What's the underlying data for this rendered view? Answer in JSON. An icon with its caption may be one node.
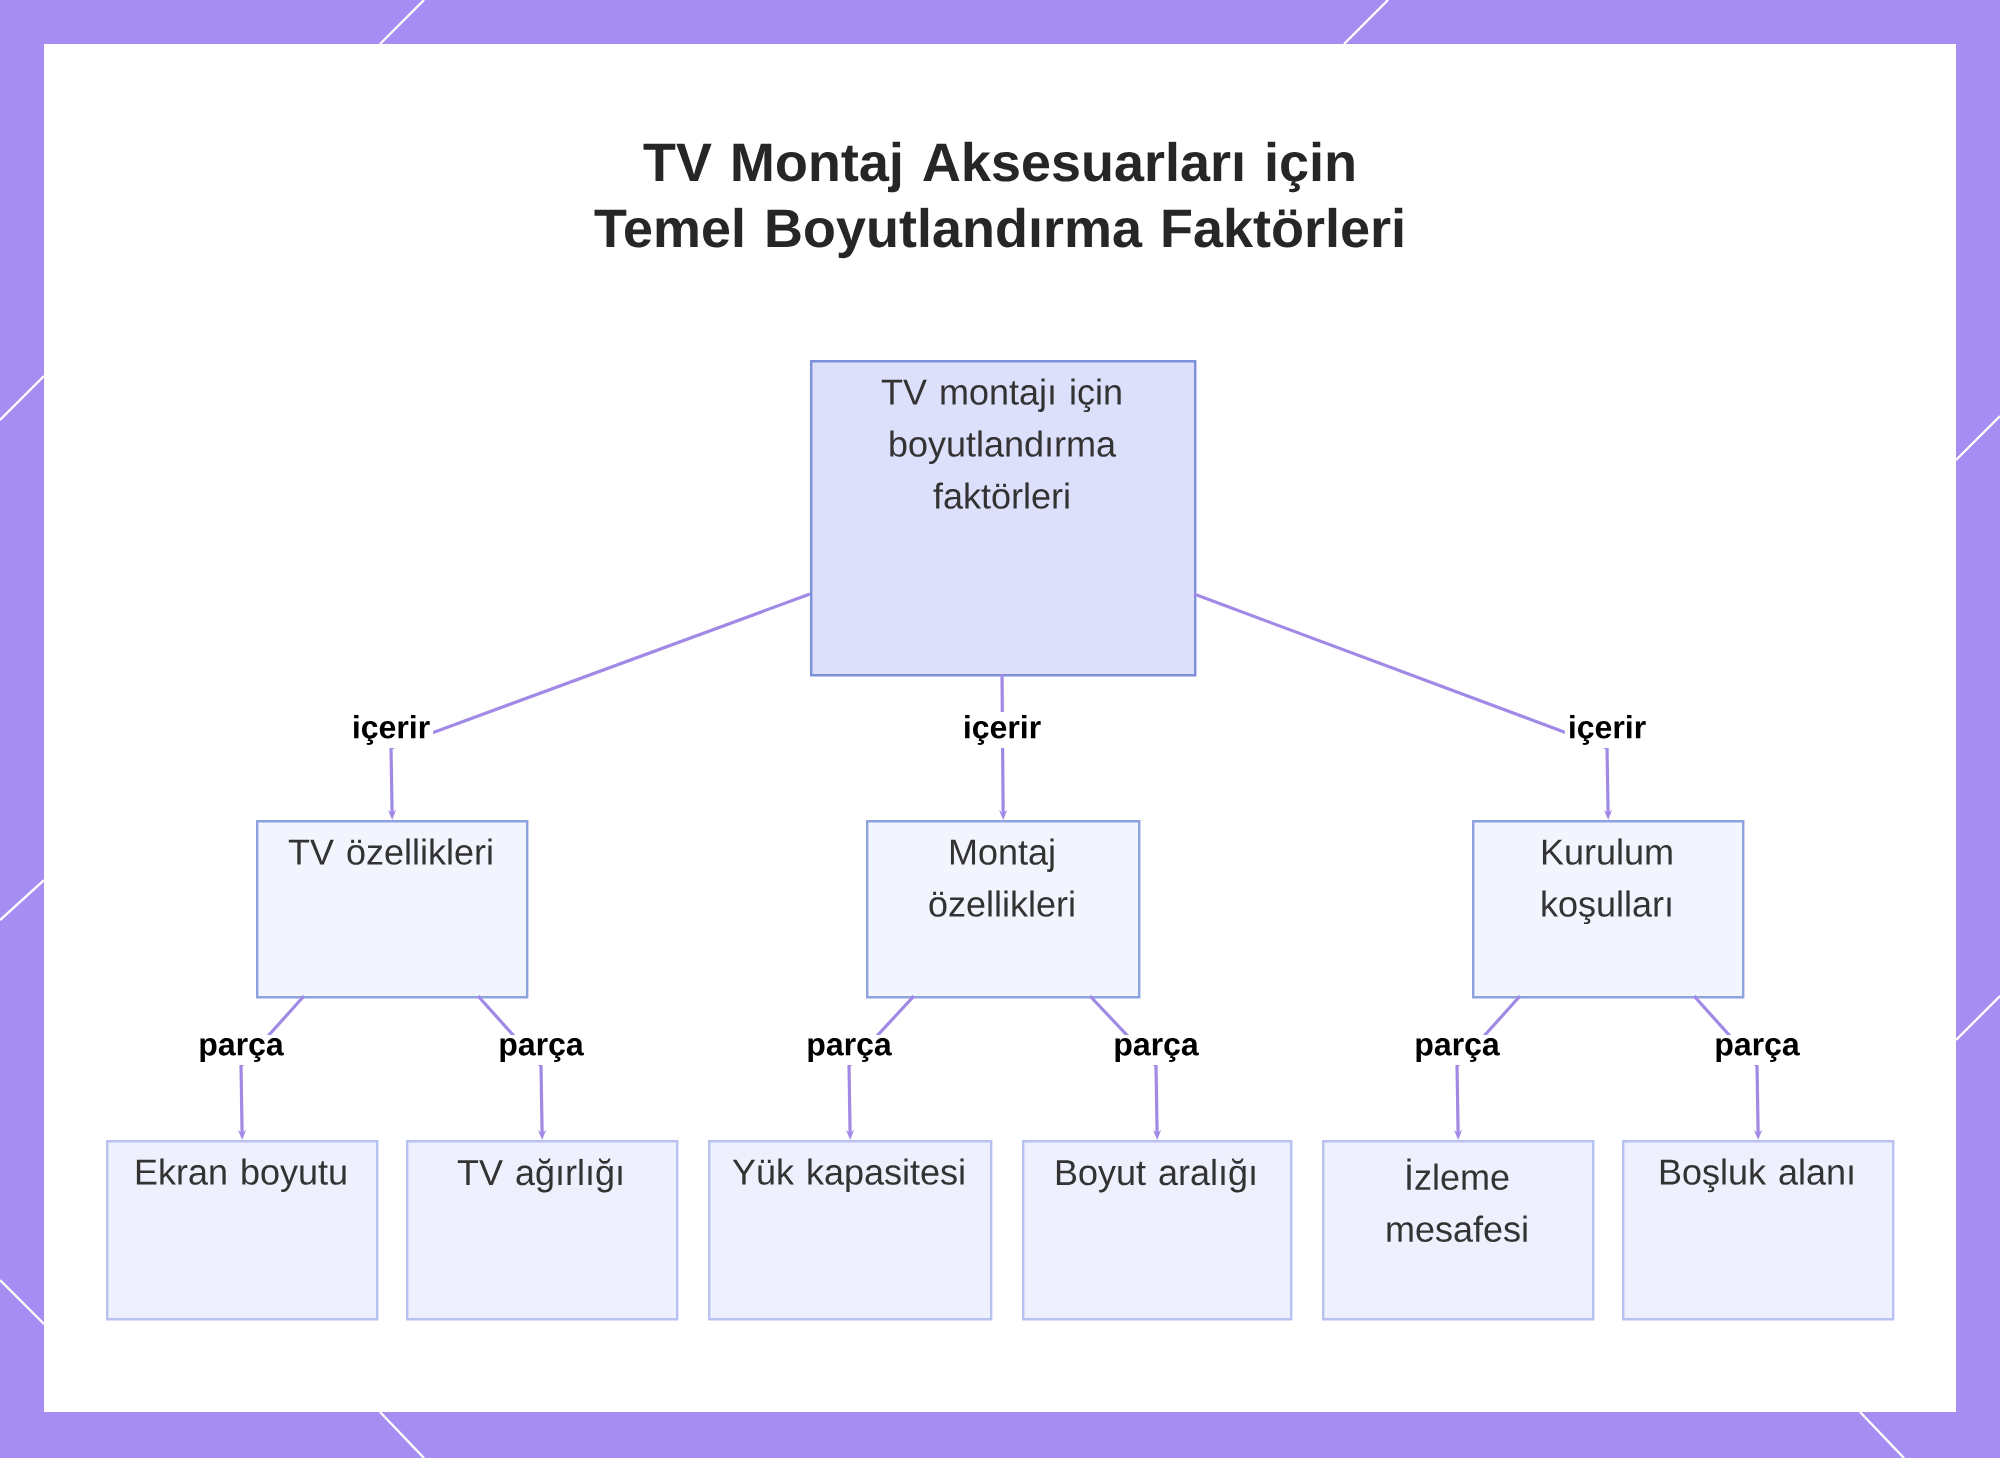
{
  "diagram": {
    "title": "TV Montaj Aksesuarları için Temel Boyutlandırma Faktörleri",
    "nodes": [
      {
        "text": [
          "TV montajı için boyutlandırma faktörleri"
        ]
      },
      {
        "text": [
          "TV özellikleri"
        ]
      },
      {
        "text": [
          "Montaj özellikleri"
        ]
      },
      {
        "text": [
          "Kurulum koşulları"
        ]
      },
      {
        "text": [
          "Ekran boyutu"
        ]
      },
      {
        "text": [
          "TV ağırlığı"
        ]
      },
      {
        "text": [
          "Yük kapasitesi"
        ]
      },
      {
        "text": [
          "Boyut aralığı"
        ]
      },
      {
        "text": [
          "İzleme mesafesi"
        ]
      },
      {
        "text": [
          "Boşluk alanı"
        ]
      }
    ],
    "edges": [
      {
        "from": 0,
        "to": 1,
        "arrow": "to",
        "label": "içerir"
      },
      {
        "from": 0,
        "to": 2,
        "arrow": "to",
        "label": "içerir"
      },
      {
        "from": 0,
        "to": 3,
        "arrow": "to",
        "label": "içerir"
      },
      {
        "from": 1,
        "to": 4,
        "arrow": "to",
        "label": "parça"
      },
      {
        "from": 1,
        "to": 5,
        "arrow": "to",
        "label": "parça"
      },
      {
        "from": 2,
        "to": 6,
        "arrow": "to",
        "label": "parça"
      },
      {
        "from": 2,
        "to": 7,
        "arrow": "to",
        "label": "parça"
      },
      {
        "from": 3,
        "to": 8,
        "arrow": "to",
        "label": "parça"
      },
      {
        "from": 3,
        "to": 9,
        "arrow": "to",
        "label": "parça"
      }
    ]
  }
}
